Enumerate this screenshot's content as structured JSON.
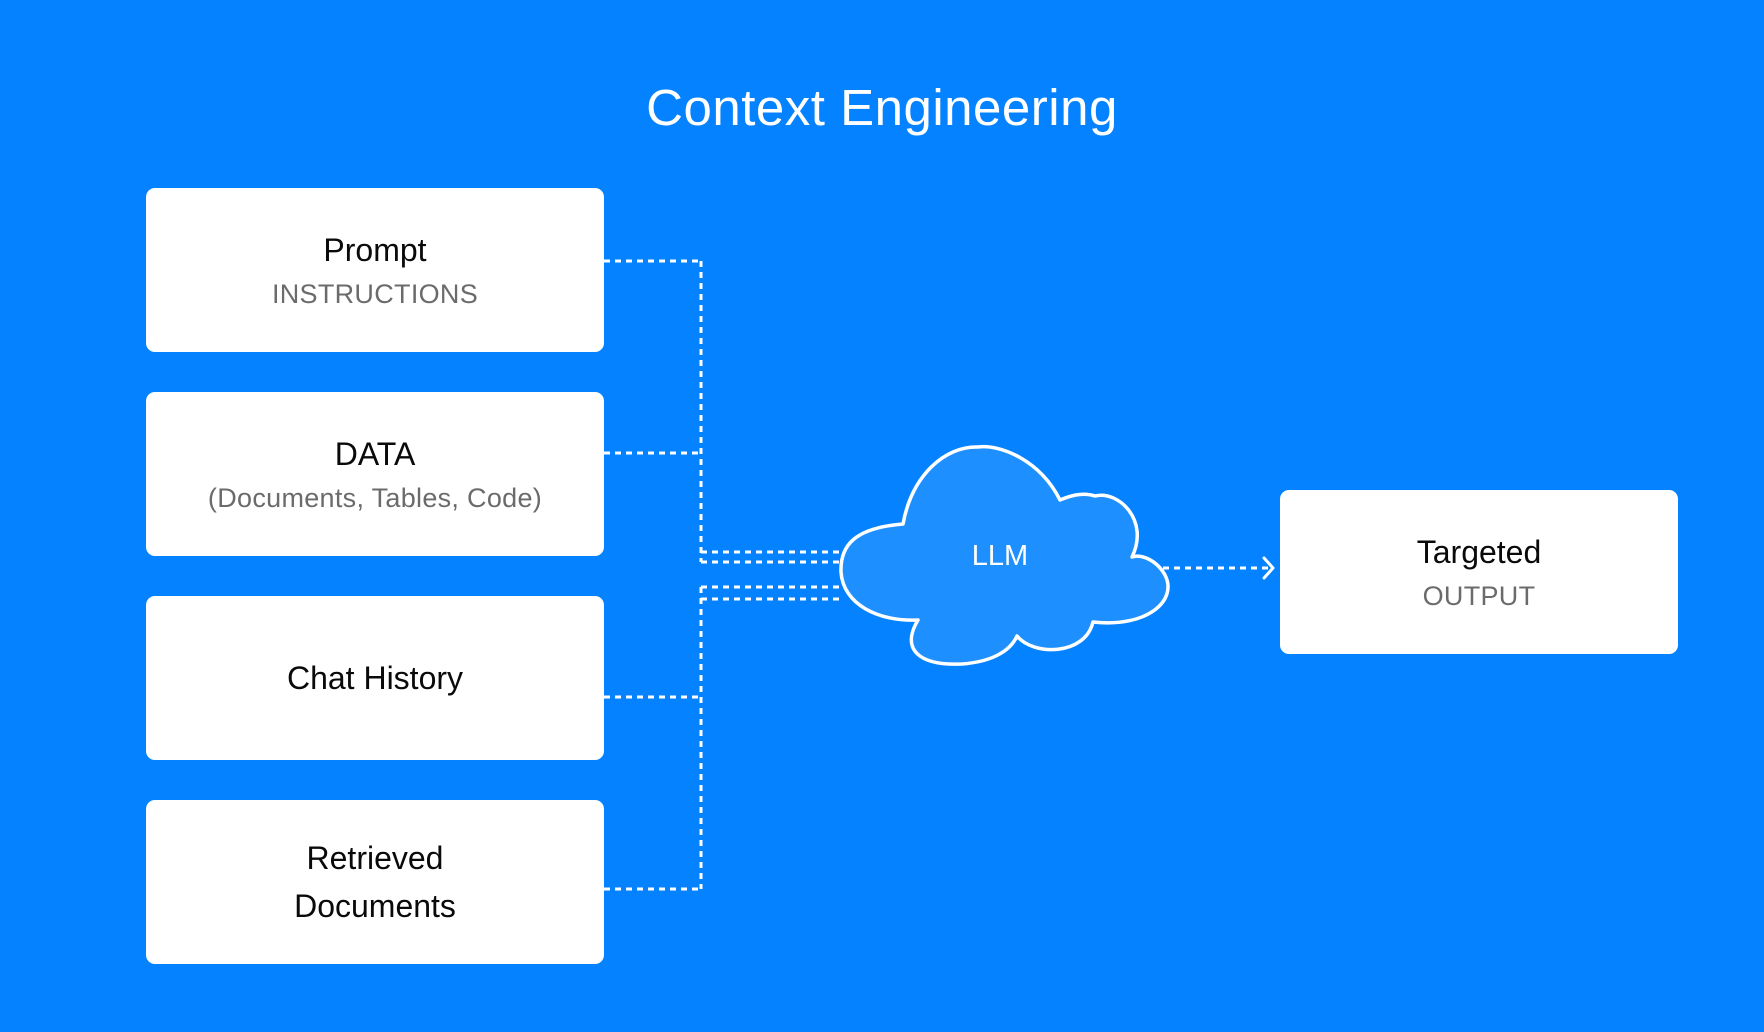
{
  "title": "Context Engineering",
  "inputs": [
    {
      "title": "Prompt",
      "subtitle": "INSTRUCTIONS"
    },
    {
      "title": "DATA",
      "subtitle": "(Documents, Tables, Code)"
    },
    {
      "title": "Chat History"
    },
    {
      "title": "Retrieved",
      "title_line2": "Documents"
    }
  ],
  "model": {
    "label": "LLM"
  },
  "output": {
    "title": "Targeted",
    "subtitle": "OUTPUT"
  },
  "colors": {
    "background": "#0582FF",
    "cloud_fill": "#1E8FFF",
    "box": "#FFFFFF",
    "title_text": "#0A0A0A",
    "subtitle_text": "#6B6B6B",
    "connector": "#FFFFFF"
  }
}
